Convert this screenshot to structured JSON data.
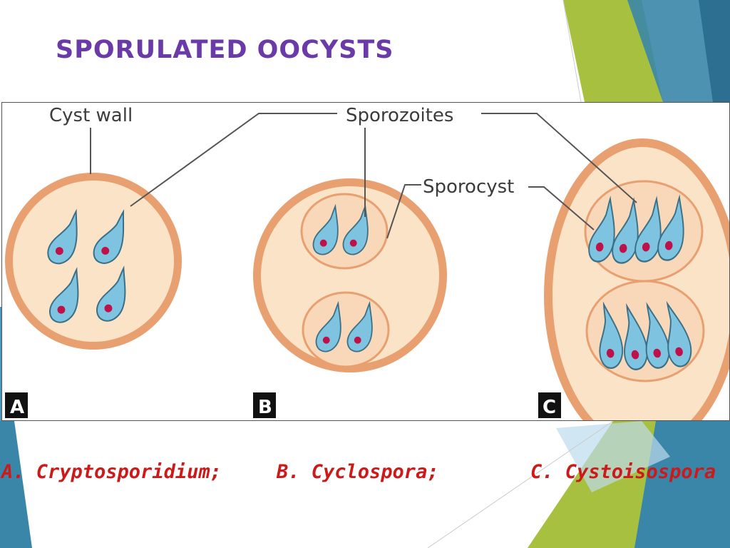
{
  "slide": {
    "title": "SPORULATED OOCYSTS"
  },
  "figure": {
    "labels": {
      "cyst_wall": "Cyst wall",
      "sporozoites": "Sporozoites",
      "sporocyst": "Sporocyst"
    },
    "panels": {
      "a": "A",
      "b": "B",
      "c": "C"
    }
  },
  "captions": {
    "a": "A. Cryptosporidium;",
    "b": "B. Cyclospora;",
    "c": "C. Cystoisospora"
  },
  "colors": {
    "title": "#6a3aa8",
    "caption": "#cc1a1a",
    "wall_outer": "#e8a070",
    "wall_inner": "#fbe3c8",
    "sporocyst_fill": "#f8d8b8",
    "sporozoite_fill": "#7ec4e0",
    "nucleus": "#c0104a",
    "accent_green": "#a8c040",
    "accent_blue": "#3a86a8"
  }
}
